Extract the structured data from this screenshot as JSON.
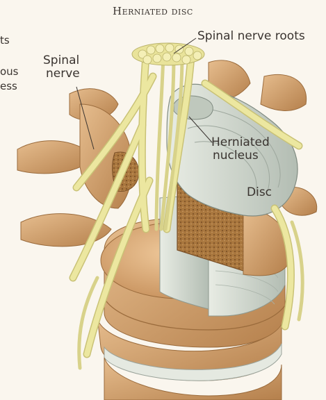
{
  "title": "Herniated disc",
  "cut_text": {
    "line1": "ts",
    "line2": "ous",
    "line3": "ess"
  },
  "labels": {
    "spinal_nerve_roots": "Spinal nerve roots",
    "spinal_nerve_line1": "Spinal",
    "spinal_nerve_line2": "nerve",
    "herniated_nucleus_line1": "Herniated",
    "herniated_nucleus_line2": "nucleus",
    "disc": "Disc"
  },
  "colors": {
    "background": "#faf6ee",
    "bone": "#d9a877",
    "bone_shadow": "#b98553",
    "bone_cut": "#a77a3f",
    "nerve": "#ece7a0",
    "nerve_shadow": "#c9c276",
    "disc": "#d6dcd2",
    "disc_shadow": "#aab5ac"
  }
}
